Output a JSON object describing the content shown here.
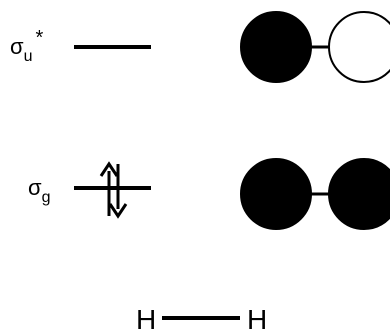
{
  "levels": {
    "antibonding": {
      "symbol": "σ",
      "subscript": "u",
      "superscript": "*",
      "electrons": 0,
      "lobe_colors": [
        "#000000",
        "#ffffff"
      ]
    },
    "bonding": {
      "symbol": "σ",
      "subscript": "g",
      "electrons": 2,
      "lobe_colors": [
        "#000000",
        "#000000"
      ]
    }
  },
  "molecule": {
    "atom_left": "H",
    "atom_right": "H"
  },
  "colors": {
    "ink": "#000000",
    "background": "#ffffff"
  }
}
